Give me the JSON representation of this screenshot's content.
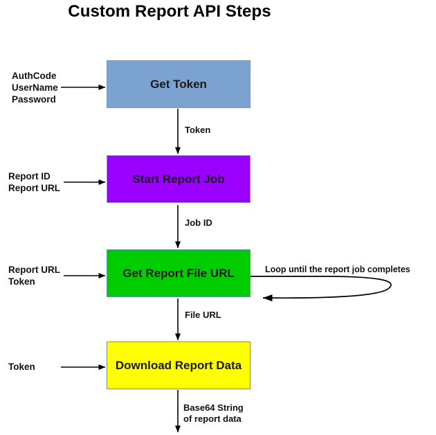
{
  "title": "Custom Report API Steps",
  "colors": {
    "get_token_fill": "#7ba2d0",
    "start_report_job_fill": "#9900ff",
    "get_report_file_url_fill": "#00cc00",
    "download_report_data_fill": "#ffff00",
    "stroke": "#000000",
    "background": "#ffffff"
  },
  "steps": [
    {
      "id": "get-token",
      "label": "Get Token"
    },
    {
      "id": "start-report-job",
      "label": "Start Report Job"
    },
    {
      "id": "get-report-file-url",
      "label": "Get Report File URL"
    },
    {
      "id": "download-report-data",
      "label": "Download Report Data"
    }
  ],
  "inputs": [
    {
      "id": "get-token-inputs",
      "text": "AuthCode\nUserName\nPassword"
    },
    {
      "id": "start-report-job-inputs",
      "text": "Report ID\nReport URL"
    },
    {
      "id": "get-report-file-url-inputs",
      "text": "Report URL\nToken"
    },
    {
      "id": "download-report-data-inputs",
      "text": "Token"
    }
  ],
  "edges": [
    {
      "id": "token-edge",
      "label": "Token"
    },
    {
      "id": "job-id-edge",
      "label": "Job ID"
    },
    {
      "id": "file-url-edge",
      "label": "File URL"
    },
    {
      "id": "output-edge",
      "label": "Base64 String\nof report data"
    }
  ],
  "loop": {
    "label": "Loop until the report job completes"
  }
}
